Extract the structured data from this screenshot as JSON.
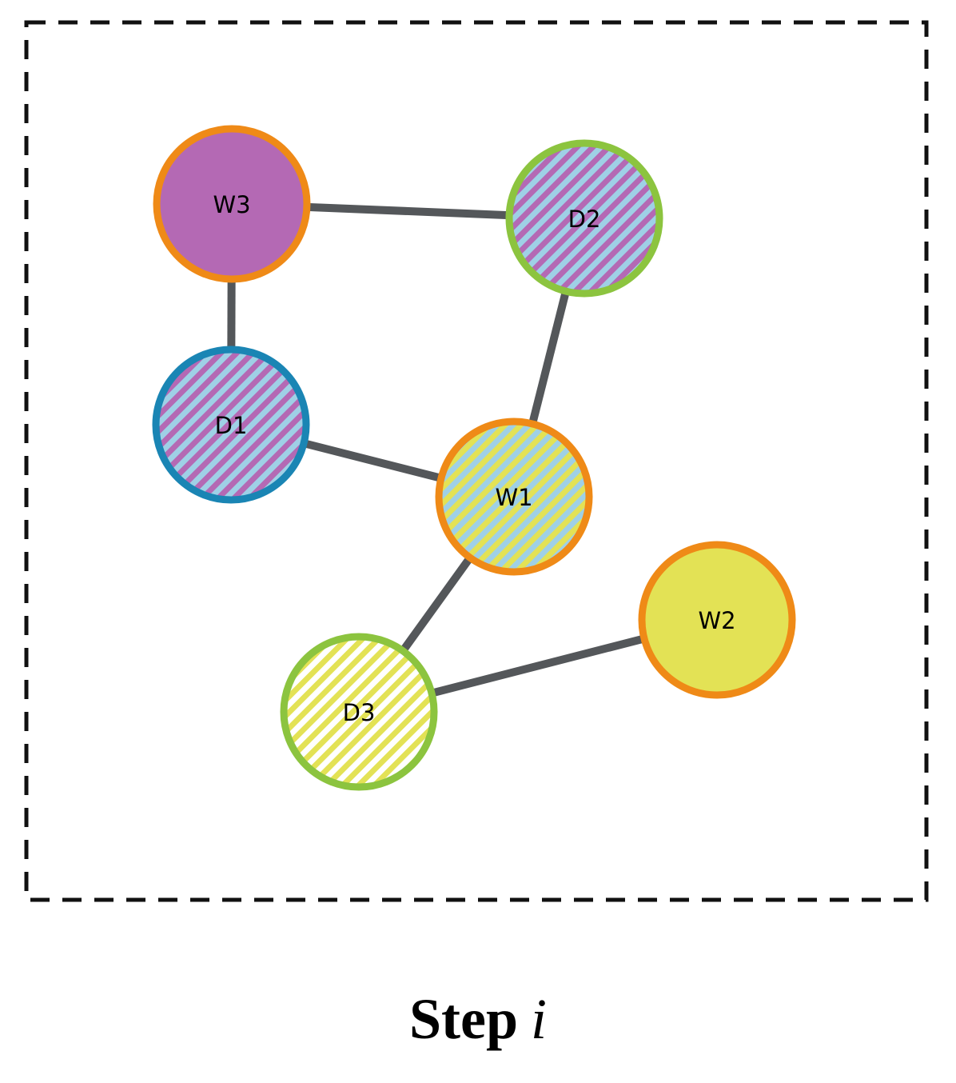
{
  "colors": {
    "purple": "#b469b4",
    "lightblue": "#9fd0e6",
    "yellow": "#e3e255",
    "white": "#ffffff",
    "orange_border": "#ef8a17",
    "green_border": "#8cc43f",
    "blue_border": "#1a85b4",
    "edge": "#54575a",
    "frame": "#111111"
  },
  "nodes": [
    {
      "id": "W3",
      "label": "W3",
      "fill": "solid",
      "colors": [
        "purple"
      ],
      "border": "orange_border"
    },
    {
      "id": "D2",
      "label": "D2",
      "fill": "striped",
      "colors": [
        "lightblue",
        "purple"
      ],
      "border": "green_border"
    },
    {
      "id": "D1",
      "label": "D1",
      "fill": "striped",
      "colors": [
        "purple",
        "lightblue"
      ],
      "border": "blue_border"
    },
    {
      "id": "W1",
      "label": "W1",
      "fill": "striped",
      "colors": [
        "lightblue",
        "yellow"
      ],
      "border": "orange_border"
    },
    {
      "id": "W2",
      "label": "W2",
      "fill": "solid",
      "colors": [
        "yellow"
      ],
      "border": "orange_border"
    },
    {
      "id": "D3",
      "label": "D3",
      "fill": "striped",
      "colors": [
        "yellow",
        "white"
      ],
      "border": "green_border"
    }
  ],
  "edges": [
    [
      "W3",
      "D2"
    ],
    [
      "W3",
      "D1"
    ],
    [
      "D1",
      "W1"
    ],
    [
      "D2",
      "W1"
    ],
    [
      "W1",
      "D3"
    ],
    [
      "D3",
      "W2"
    ]
  ],
  "caption": {
    "word": "Step",
    "variable": "i"
  }
}
